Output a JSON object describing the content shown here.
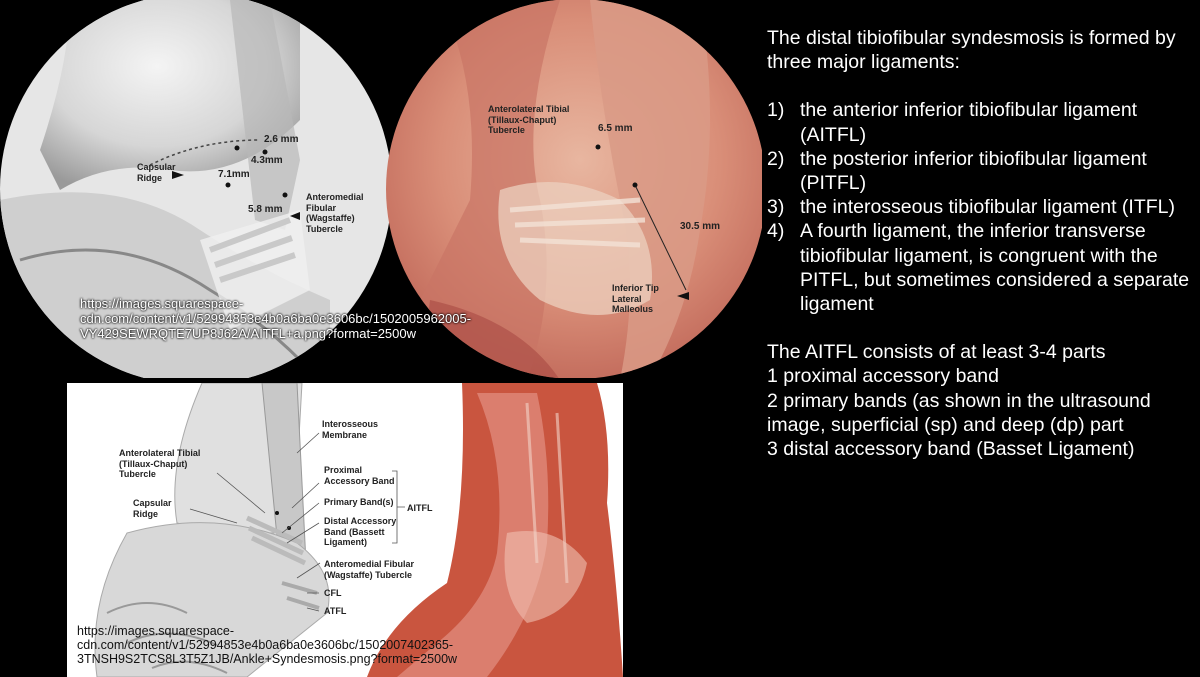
{
  "top_figure": {
    "left_labels": {
      "capsular_ridge": "Capsular\nRidge",
      "m1": "2.6 mm",
      "m2": "4.3mm",
      "m3": "7.1mm",
      "m4": "5.8 mm",
      "anteromedial": "Anteromedial\nFibular\n(Wagstaffe)\nTubercle"
    },
    "right_labels": {
      "anterolateral": "Anterolateral Tibial\n(Tillaux-Chaput)\nTubercle",
      "m1": "6.5 mm",
      "m2": "30.5 mm",
      "inferior_tip": "Inferior Tip\nLateral\nMalleolus"
    },
    "url": "https://images.squarespace-\ncdn.com/content/v1/52994853e4b0a6ba0e3606bc/1502005962005-\nVY429SEWRQTE7UP8J62A/AITFL+a.png?format=2500w"
  },
  "bottom_figure": {
    "labels": {
      "interosseous": "Interosseous\nMembrane",
      "anterolateral": "Anterolateral Tibial\n(Tillaux-Chaput)\nTubercle",
      "capsular_ridge": "Capsular\nRidge",
      "proximal": "Proximal\nAccessory Band",
      "primary": "Primary Band(s)",
      "distal": "Distal Accessory\nBand (Bassett\nLigament)",
      "aitfl": "AITFL",
      "anteromedial": "Anteromedial Fibular\n(Wagstaffe) Tubercle",
      "cfl": "CFL",
      "atfl": "ATFL"
    },
    "url": "https://images.squarespace-\ncdn.com/content/v1/52994853e4b0a6ba0e3606bc/1502007402365-\n3TNSH9S2TCS8L3T5Z1JB/Ankle+Syndesmosis.png?format=2500w"
  },
  "text": {
    "intro": "The distal tibiofibular syndesmosis is formed by three major ligaments:",
    "items": [
      {
        "num": "1)",
        "text": "the anterior inferior tibiofibular ligament (AITFL)"
      },
      {
        "num": "2)",
        "text": "the posterior inferior tibiofibular ligament (PITFL)"
      },
      {
        "num": "3)",
        "text": "the interosseous tibiofibular ligament (ITFL)"
      },
      {
        "num": "4)",
        "text": "A fourth ligament, the inferior transverse tibiofibular ligament, is congruent with the PITFL, but sometimes considered a separate ligament"
      }
    ],
    "aitfl_lines": [
      "The AITFL consists of at least 3-4 parts",
      "1 proximal accessory band",
      "2 primary bands (as shown in the ultrasound image, superficial (sp) and deep (dp) part",
      "3 distal accessory band (Basset Ligament)"
    ]
  }
}
